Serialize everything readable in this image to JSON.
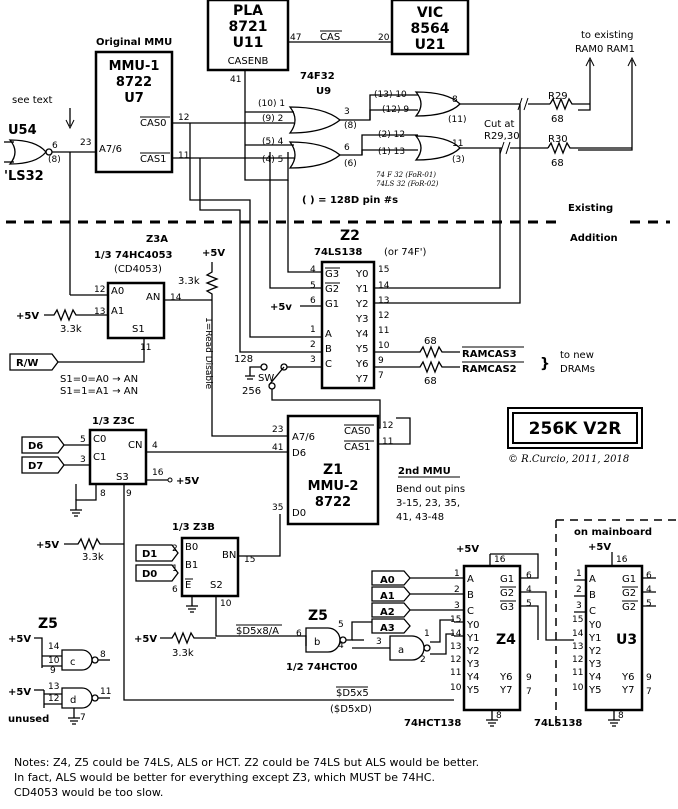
{
  "title_box": "256K V2R",
  "credit": "© R.Curcio, 2011, 2018",
  "labels": {
    "original_mmu": "Original MMU",
    "see_text": "see text",
    "to_existing": "to existing",
    "ram01": "RAM0 RAM1",
    "existing": "Existing",
    "addition": "Addition",
    "pin_note": "( ) = 128D pin #s",
    "f32_note1": "74 F 32 (FoR-01)",
    "f32_note2": "74LS 32 (FoR-02)",
    "cut_at": "Cut at",
    "cut_pins": "R29,30",
    "r29": "R29",
    "r30": "R30",
    "r68a": "68",
    "r68b": "68",
    "to_new_drams_1": "to new",
    "to_new_drams_2": "DRAMs",
    "ramcas3": "RAMCAS3",
    "ramcas2": "RAMCAS2",
    "read_disable": "1=Read Disable",
    "sw": "SW",
    "sw128": "128",
    "sw256": "256",
    "second_mmu": "2nd MMU",
    "bend_out": "Bend out pins",
    "bend_out_pins1": "3-15, 23, 35,",
    "bend_out_pins2": "41, 43-48",
    "on_mainboard": "on mainboard",
    "s1_note1": "S1=0=A0 → AN",
    "s1_note2": "S1=1=A1 → AN",
    "unused": "unused",
    "plus5v": "+5V",
    "r33k": "3.3k",
    "rw": "R/W",
    "d6": "D6",
    "d7": "D7",
    "d1": "D1",
    "d0": "D0",
    "a0": "A0",
    "a1": "A1",
    "a2": "A2",
    "a3": "A3",
    "d5x8": "$D5x8/A",
    "d5x5": "$D5x5",
    "d5xd": "($D5xD)"
  },
  "chips": {
    "pla": {
      "line1": "PLA",
      "line2": "8721",
      "line3": "U11",
      "pin": "CASENB"
    },
    "vic": {
      "line1": "VIC",
      "line2": "8564",
      "line3": "U21"
    },
    "mmu1": {
      "line1": "MMU-1",
      "line2": "8722",
      "line3": "U7",
      "pa": "A7/6",
      "pc0": "CAS0",
      "pc1": "CAS1"
    },
    "u9": {
      "line1": "74F32",
      "line2": "U9"
    },
    "u54": {
      "line1": "U54",
      "line2": "'LS32"
    },
    "z3a": {
      "line1": "1/3 74HC4053",
      "line2": "(CD4053)",
      "tag": "Z3A"
    },
    "z2": {
      "tag": "Z2",
      "line1": "74LS138",
      "line2": "(or 74F')"
    },
    "z3c": {
      "line1": "1/3 Z3C"
    },
    "z1": {
      "tag": "Z1",
      "line1": "MMU-2",
      "line2": "8722"
    },
    "z3b": {
      "line1": "1/3 Z3B"
    },
    "z5": {
      "tag": "Z5",
      "line1": "1/2 74HCT00"
    },
    "z4": {
      "tag": "Z4",
      "line1": "74HCT138"
    },
    "u3": {
      "tag": "U3",
      "line1": "74LS138"
    }
  },
  "notes": [
    "Notes: Z4, Z5 could be 74LS, ALS or HCT. Z2 could be 74LS but ALS would be better.",
    "In fact, ALS would be better for everything except Z3, which MUST be 74HC.",
    "CD4053 would be too slow."
  ]
}
